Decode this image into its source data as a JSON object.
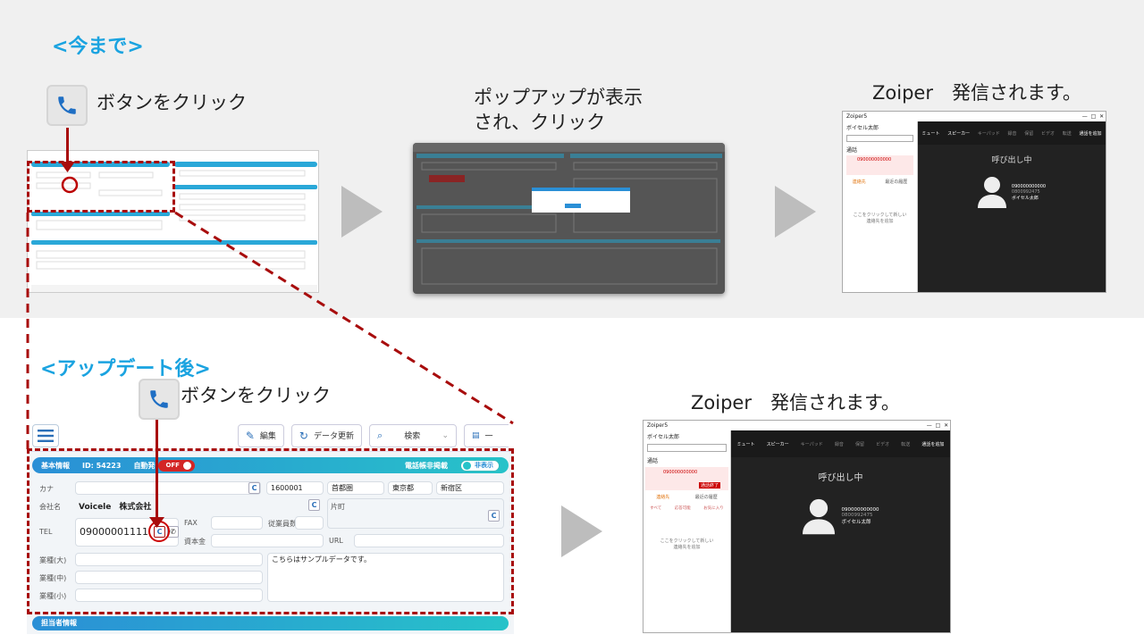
{
  "before": {
    "title": "<今まで>",
    "step1_caption": "ボタンをクリック",
    "step2_caption_line1": "ポップアップが表示",
    "step2_caption_line2": "され、クリック",
    "step3_caption": "Zoiper　発信されます。"
  },
  "after": {
    "title": "<アップデート後>",
    "step1_caption": "ボタンをクリック",
    "step3_caption": "Zoiper　発信されます。"
  },
  "app": {
    "toolbar": {
      "edit": "編集",
      "refresh": "データ更新",
      "search": "検索",
      "more": "一"
    },
    "card": {
      "title": "基本情報",
      "id": "ID: 54223",
      "auto": "自動発",
      "auto_state": "OFF",
      "phone_book": "電話帳非掲載",
      "phone_book_state": "非表示"
    },
    "labels": {
      "kana": "カナ",
      "company": "会社名",
      "tel": "TEL",
      "fax": "FAX",
      "employees": "従業員数",
      "capital": "資本金",
      "url": "URL",
      "ind_l": "業種(大)",
      "ind_m": "業種(中)",
      "ind_s": "業種(小)"
    },
    "values": {
      "zip": "1600001",
      "area": "首都圏",
      "pref": "東京都",
      "city": "新宿区",
      "company": "Voicele　株式会社",
      "town": "片町",
      "tel": "09000001111",
      "memo": "こちらはサンプルデータです。"
    },
    "card2_title": "担当者情報"
  },
  "zoiper": {
    "app_name": "Zoiper5",
    "contact": "ボイセル太郎",
    "section": "通話",
    "number": "090000000000",
    "sub_number": "0800992475",
    "end_btn": "通話終了",
    "tab_contacts": "連絡先",
    "tab_history": "最近の履歴",
    "filters": [
      "すべて",
      "応答可能",
      "お気に入り"
    ],
    "hint_line1": "ここをクリックして新しい",
    "hint_line2": "連絡先を追加",
    "tools": [
      "ミュート",
      "スピーカー",
      "キーパッド",
      "録音",
      "保留",
      "ビデオ",
      "転送",
      "通話を追加"
    ],
    "calling": "呼び出し中"
  },
  "colors": {
    "accent": "#1aa3e0",
    "dash_red": "#a80d0d"
  }
}
